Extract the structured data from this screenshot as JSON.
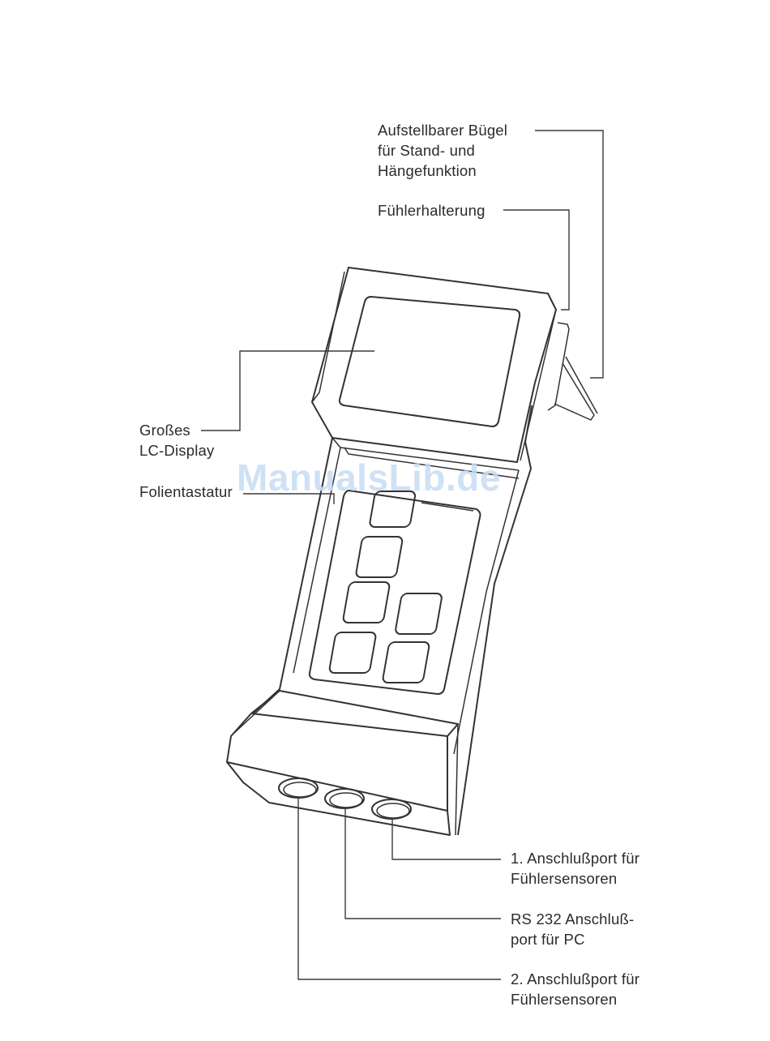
{
  "labels": {
    "stand": "Aufstellbarer Bügel\nfür Stand- und\nHängefunktion",
    "holder": "Fühlerhalterung",
    "display": "Großes\nLC-Display",
    "keypad": "Folientastatur",
    "port1": "1. Anschlußport für\nFühlersensoren",
    "rs232": "RS 232 Anschluß-\nport für PC",
    "port2": "2. Anschlußport für\nFühlersensoren"
  },
  "watermark": "ManualsLib.de"
}
